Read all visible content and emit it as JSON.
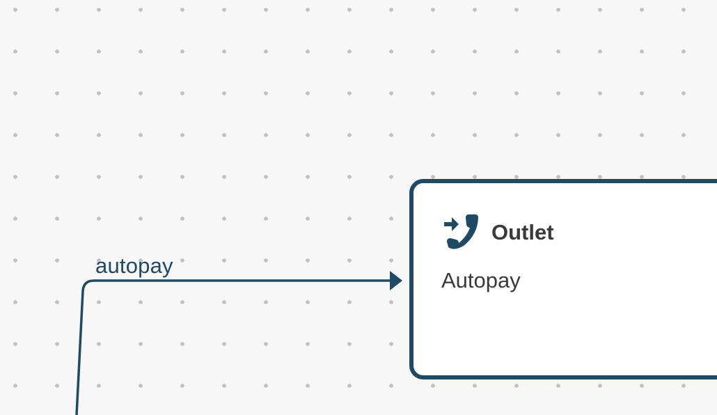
{
  "edge": {
    "label": "autopay"
  },
  "node": {
    "type_label": "Outlet",
    "name": "Autopay",
    "icon": "phone-transfer-icon",
    "border_color": "#1e4a66"
  },
  "colors": {
    "edge": "#1e4a66",
    "canvas": "#f7f7f7",
    "dot": "#c2c2c2"
  }
}
